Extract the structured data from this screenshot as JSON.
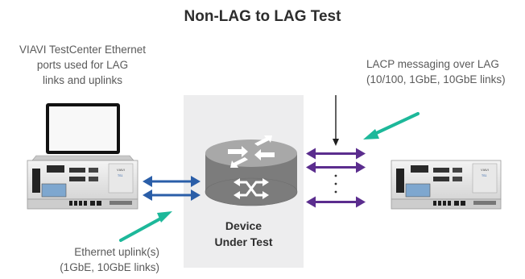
{
  "title": "Non-LAG to LAG Test",
  "labels": {
    "top_left": [
      "VIAVI TestCenter Ethernet",
      "ports used for LAG",
      "links and uplinks"
    ],
    "top_right": [
      "LACP messaging over LAG",
      "(10/100, 1GbE, 10GbE links)"
    ],
    "bottom_left": [
      "Ethernet uplink(s)",
      "(1GbE, 10GbE links)"
    ],
    "dut": [
      "Device",
      "Under Test"
    ]
  },
  "device_badges": {
    "brand": "VIAVI",
    "model": "TS1"
  },
  "colors": {
    "teal": "#1db89a",
    "uplink_blue": "#2a5ea8",
    "lag_purple": "#5b2d8e",
    "router": "#8e8e8e",
    "panel": "#ededee"
  },
  "icons": [
    "laptop-icon",
    "router-icon",
    "test-chassis-icon"
  ]
}
